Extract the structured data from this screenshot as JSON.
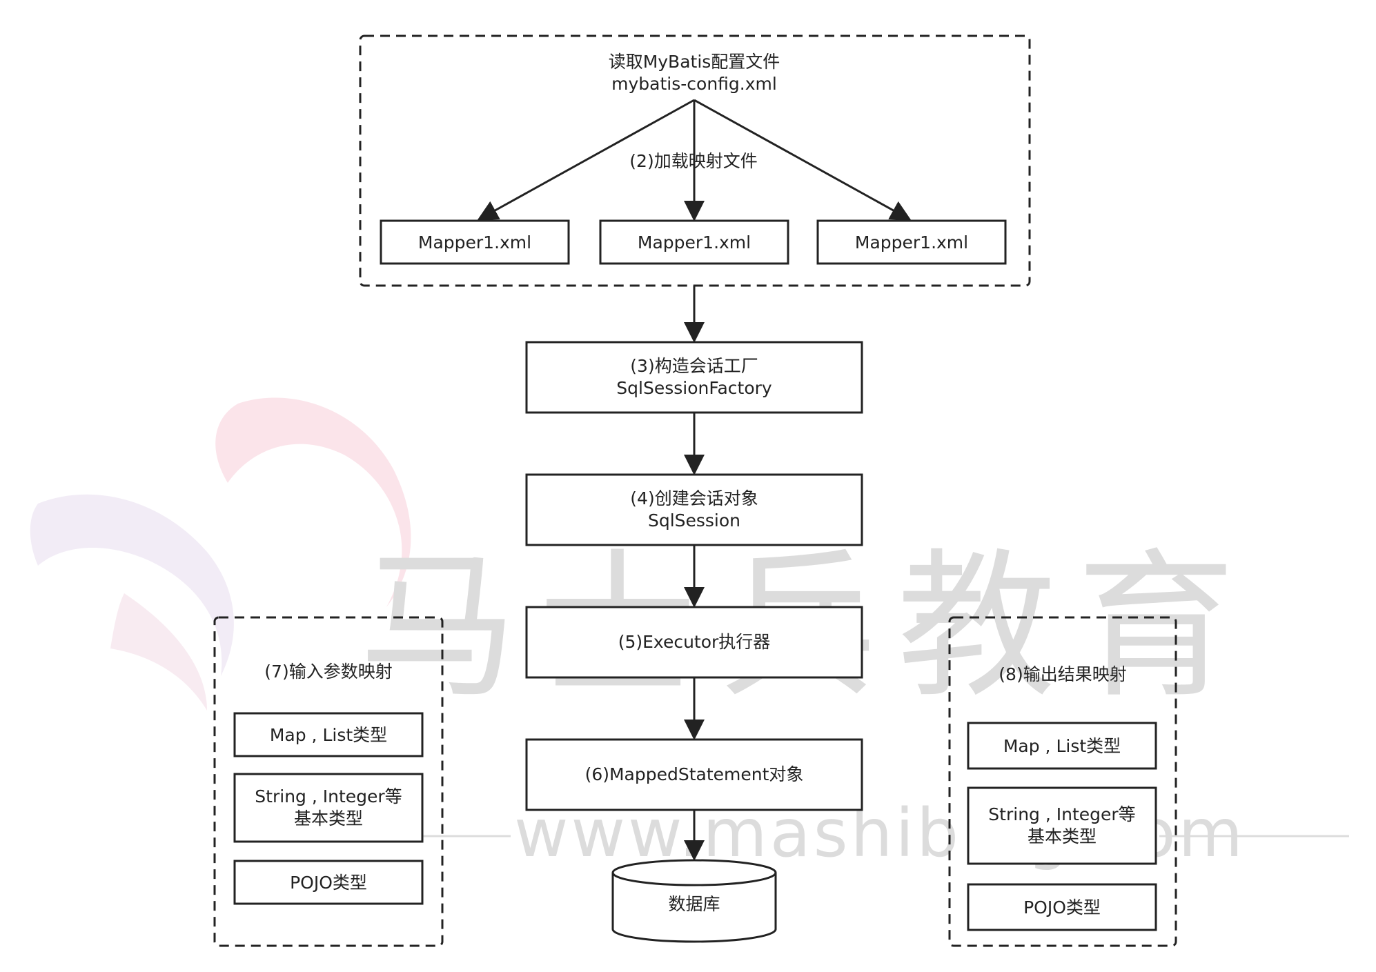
{
  "watermark": {
    "brand": "马士兵教育",
    "url": "www.mashibing.com"
  },
  "config_group": {
    "title_line1": "读取MyBatis配置文件",
    "title_line2": "mybatis-config.xml",
    "edge_label": "(2)加载映射文件",
    "mappers": [
      "Mapper1.xml",
      "Mapper1.xml",
      "Mapper1.xml"
    ]
  },
  "steps": {
    "factory_line1": "(3)构造会话工厂",
    "factory_line2": "SqlSessionFactory",
    "session_line1": "(4)创建会话对象",
    "session_line2": "SqlSession",
    "executor": "(5)Executor执行器",
    "mapped_statement": "(6)MappedStatement对象",
    "database": "数据库"
  },
  "input_group": {
    "title": "(7)输入参数映射",
    "items": [
      {
        "line1": "Map , List类型",
        "line2": ""
      },
      {
        "line1": "String , Integer等",
        "line2": "基本类型"
      },
      {
        "line1": "POJO类型",
        "line2": ""
      }
    ]
  },
  "output_group": {
    "title": "(8)输出结果映射",
    "items": [
      {
        "line1": "Map , List类型",
        "line2": ""
      },
      {
        "line1": "String , Integer等",
        "line2": "基本类型"
      },
      {
        "line1": "POJO类型",
        "line2": ""
      }
    ]
  },
  "colors": {
    "stroke": "#222222",
    "watermark_text": "#dcdcdc",
    "watermark_logo": "#f7cdd8"
  }
}
